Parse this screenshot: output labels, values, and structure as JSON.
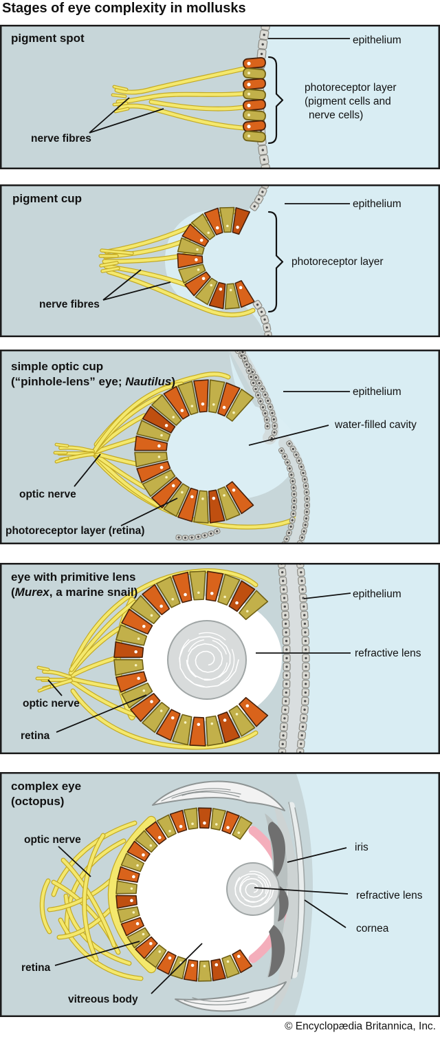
{
  "page_title": "Stages of eye complexity in mollusks",
  "credit": "© Encyclopædia Britannica, Inc.",
  "palette": {
    "teal_bg": "#c7d6d9",
    "blue_bg": "#d9edf3",
    "cavity_blue": "#dbeef4",
    "epithelium_fill": "#dcdcd6",
    "epithelium_stroke": "#8a8a84",
    "epithelium_dot": "#4e4e4e",
    "cell_orange": "#d9631b",
    "cell_orange_dark": "#bf4f10",
    "cell_outline": "#47200a",
    "cell_olive": "#c2b04a",
    "olive_outline": "#6f6014",
    "nerve_yellow": "#f4e86d",
    "nerve_outline": "#c3a922",
    "lens_fill": "#d8dbdb",
    "lens_stroke": "#9fa5a5",
    "pink": "#f4aebb",
    "iris_gray": "#6f6f6f",
    "skin_gray": "#cdd3d3",
    "line": "#111111"
  },
  "panels": [
    {
      "title_line1": "pigment spot",
      "labels": {
        "epithelium": "epithelium",
        "photoreceptor_1": "photoreceptor layer",
        "photoreceptor_2": "(pigment cells and",
        "photoreceptor_3": "nerve cells)",
        "nerve_fibres": "nerve fibres"
      }
    },
    {
      "title_line1": "pigment cup",
      "labels": {
        "epithelium": "epithelium",
        "photoreceptor": "photoreceptor layer",
        "nerve_fibres": "nerve fibres"
      }
    },
    {
      "title_line1": "simple optic cup",
      "title_line2_pre": "(“pinhole-lens” eye; ",
      "title_line2_it": "Nautilus",
      "title_line2_post": ")",
      "labels": {
        "epithelium": "epithelium",
        "water_cavity": "water-filled cavity",
        "optic_nerve": "optic nerve",
        "retina": "photoreceptor layer (retina)"
      }
    },
    {
      "title_line1": "eye with primitive lens",
      "title_line2_pre": "(",
      "title_line2_it": "Murex",
      "title_line2_post": ", a marine snail)",
      "labels": {
        "epithelium": "epithelium",
        "refractive_lens": "refractive lens",
        "optic_nerve": "optic nerve",
        "retina": "retina"
      }
    },
    {
      "title_line1": "complex eye",
      "title_line2_pre": "(octopus)",
      "labels": {
        "optic_nerve": "optic nerve",
        "iris": "iris",
        "refractive_lens": "refractive lens",
        "cornea": "cornea",
        "retina": "retina",
        "vitreous_body": "vitreous body"
      }
    }
  ]
}
